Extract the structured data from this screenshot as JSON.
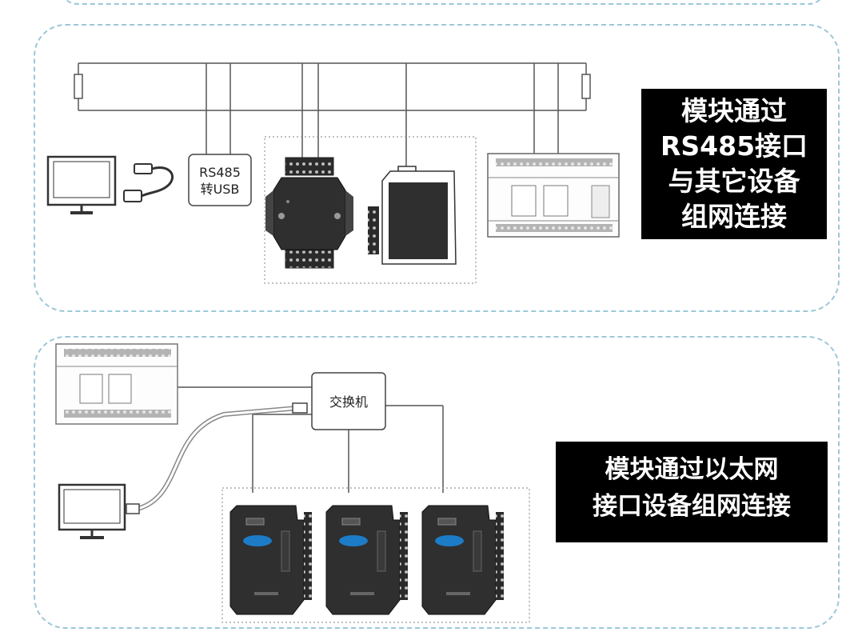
{
  "top_panel": {
    "converter": {
      "line1": "RS485",
      "line2": "转USB"
    },
    "caption": [
      "模块通过",
      "RS485接口",
      "与其它设备",
      "组网连接"
    ]
  },
  "bottom_panel": {
    "switch_label": "交换机",
    "caption": [
      "模块通过以太网",
      "接口设备组网连接"
    ]
  },
  "colors": {
    "panel_border": "#9cc7d8",
    "caption_bg": "#000000",
    "caption_text": "#ffffff",
    "line": "#555555",
    "device_dark": "#2f2f2f"
  },
  "icons": [
    "monitor-icon",
    "usb-cable-icon",
    "rs485-module-icon",
    "din-rail-module-icon",
    "plc-icon",
    "ethernet-module-icon"
  ]
}
